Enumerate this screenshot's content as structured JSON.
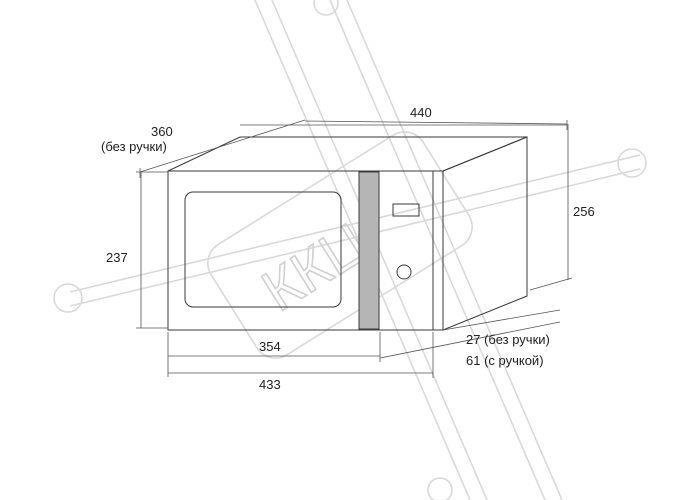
{
  "dimensions": {
    "top_depth": "360",
    "top_depth_note": "(без ручки)",
    "top_width": "440",
    "front_height": "237",
    "side_height": "256",
    "inner_width": "354",
    "outer_width": "433",
    "handle_depth_without": "27 (без ручки)",
    "handle_depth_with": "61 (с ручкой)"
  },
  "watermark": {
    "text": "ККЦ"
  },
  "colors": {
    "outline": "#3a3a3a",
    "handle_bar": "#b5b5b5",
    "watermark": "#d9d9d9"
  }
}
